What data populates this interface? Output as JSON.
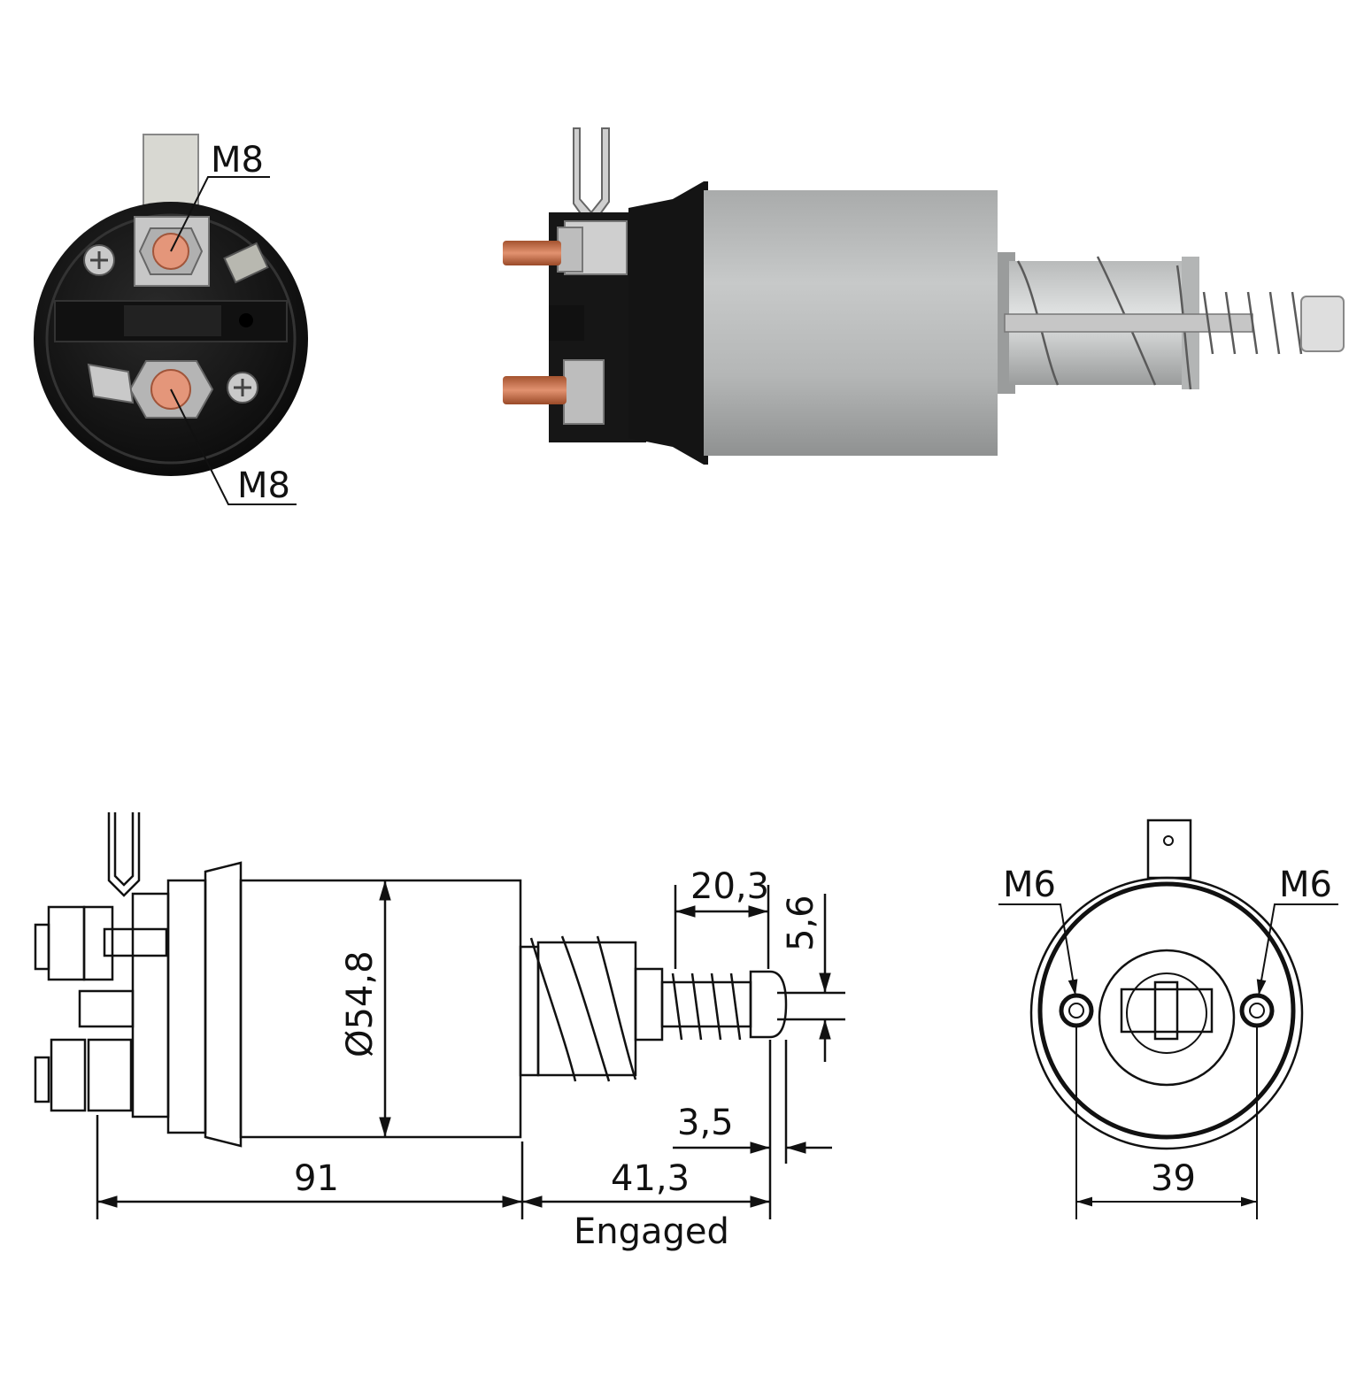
{
  "photo_end": {
    "label_top": "M8",
    "label_bottom": "M8"
  },
  "drawing_side": {
    "dim_length": "91",
    "dim_plunger_engaged": "41,3",
    "dim_engaged_label": "Engaged",
    "dim_diameter": "Ø54,8",
    "dim_travel": "20,3",
    "dim_pin": "5,6",
    "dim_gap": "3,5"
  },
  "drawing_end": {
    "label_left": "M6",
    "label_right": "M6",
    "dim_spacing": "39"
  },
  "colors": {
    "housing": "#b9bbbb",
    "housing_dark": "#8e9090",
    "cap": "#1c1c1c",
    "copper": "#c8704a",
    "steel": "#d8d8d8",
    "line": "#111111"
  }
}
